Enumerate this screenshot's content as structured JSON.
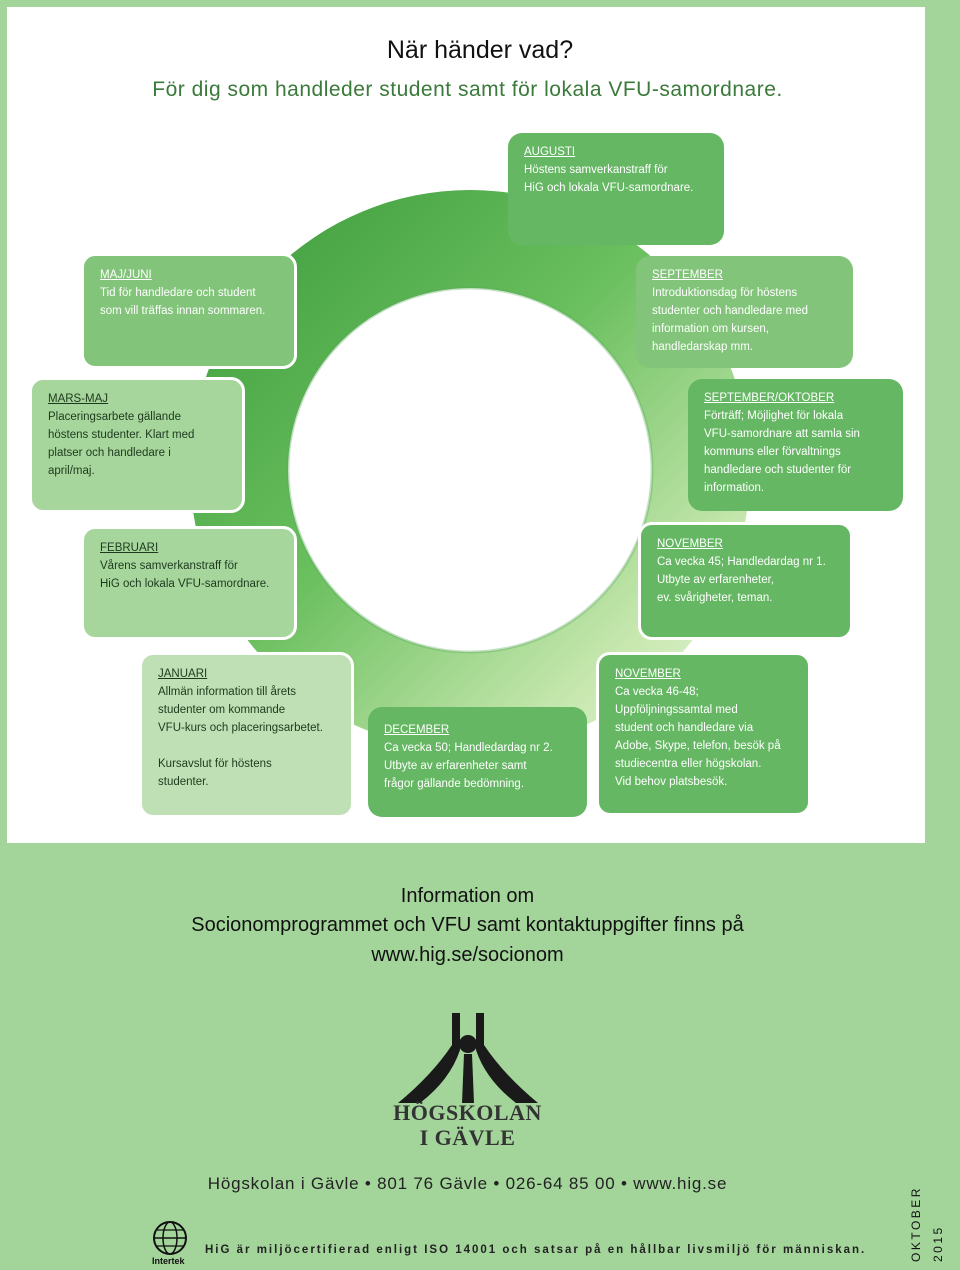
{
  "header": {
    "title": "När händer vad?",
    "subtitle": "För dig som handleder student samt för lokala VFU-samordnare."
  },
  "cards": [
    {
      "month": "AUGUSTI",
      "text": "Höstens samverkanstraff för\nHiG och lokala VFU-samordnare."
    },
    {
      "month": "SEPTEMBER",
      "text": "Introduktionsdag för höstens\nstudenter och handledare med\ninformation om kursen,\nhandledarskap mm."
    },
    {
      "month": "SEPTEMBER/OKTOBER",
      "text": "Förträff; Möjlighet för lokala\nVFU-samordnare att samla sin\nkommuns eller förvaltnings\nhandledare och studenter för\ninformation."
    },
    {
      "month": "NOVEMBER",
      "text": "Ca vecka 45; Handledardag nr 1.\nUtbyte av erfarenheter,\nev. svårigheter, teman."
    },
    {
      "month": "NOVEMBER",
      "text": "Ca vecka 46-48;\nUppföljningssamtal med\nstudent och handledare via\nAdobe, Skype, telefon, besök på\nstudiecentra eller högskolan.\nVid behov platsbesök."
    },
    {
      "month": "DECEMBER",
      "text": "Ca vecka 50; Handledardag nr 2.\nUtbyte av erfarenheter samt\nfrågor gällande bedömning."
    },
    {
      "month": "JANUARI",
      "text": "Allmän information till årets\nstudenter om kommande\nVFU-kurs och placeringsarbetet.\n\nKursavslut för höstens\nstudenter."
    },
    {
      "month": "FEBRUARI",
      "text": "Vårens samverkanstraff för\nHiG och lokala VFU-samordnare."
    },
    {
      "month": "MARS-MAJ",
      "text": "Placeringsarbete gällande\nhöstens studenter. Klart med\nplatser och handledare i\napril/maj."
    },
    {
      "month": "MAJ/JUNI",
      "text": "Tid för handledare och student\nsom vill träffas innan sommaren."
    }
  ],
  "info": {
    "line1": "Information om",
    "line2": "Socionomprogrammet och VFU samt kontaktuppgifter finns på",
    "line3": "www.hig.se/socionom"
  },
  "logo": {
    "line1": "HÖGSKOLAN",
    "line2": "I GÄVLE"
  },
  "contact": "Högskolan i Gävle • 801 76 Gävle • 026-64 85 00 • www.hig.se",
  "certification": "HiG är miljöcertifierad enligt ISO 14001 och satsar på en hållbar livsmiljö för människan.",
  "cert_logo_label": "Intertek",
  "side_date": "OKTOBER 2015",
  "colors": {
    "background": "#a3d59b",
    "card_dark": "#66b764",
    "card_mid": "#82c47a",
    "card_light": "#a6d69c",
    "card_pale": "#bfe0b4"
  }
}
